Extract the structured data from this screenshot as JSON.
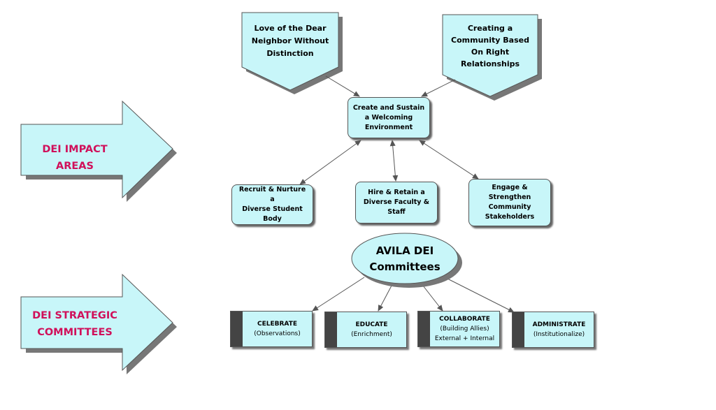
{
  "arrows": {
    "impact": "DEI IMPACT AREAS",
    "strategic": "DEI STRATEGIC\nCOMMITTEES"
  },
  "pentagons": {
    "left": "Love of the Dear\nNeighbor Without\nDistinction",
    "right": "Creating a\nCommunity Based\nOn Right\nRelationships"
  },
  "boxes": {
    "center": "Create and Sustain\na Welcoming\nEnvironment",
    "recruit": "Recruit & Nurture a\nDiverse Student\nBody",
    "hire": "Hire & Retain a\nDiverse Faculty &\nStaff",
    "engage": "Engage &\nStrengthen\nCommunity\nStakeholders"
  },
  "ellipse": "AVILA DEI\nCommittees",
  "committees": [
    {
      "title": "CELEBRATE",
      "sub": "(Observations)"
    },
    {
      "title": "EDUCATE",
      "sub": "(Enrichment)"
    },
    {
      "title": "COLLABORATE",
      "sub": "(Building Allies)\nExternal + Internal"
    },
    {
      "title": "ADMINISTRATE",
      "sub": "(Institutionalize)"
    }
  ],
  "colors": {
    "fill": "#c8f6f9",
    "arrow_text": "#d0105a",
    "border": "#555555",
    "bar": "#444444"
  }
}
